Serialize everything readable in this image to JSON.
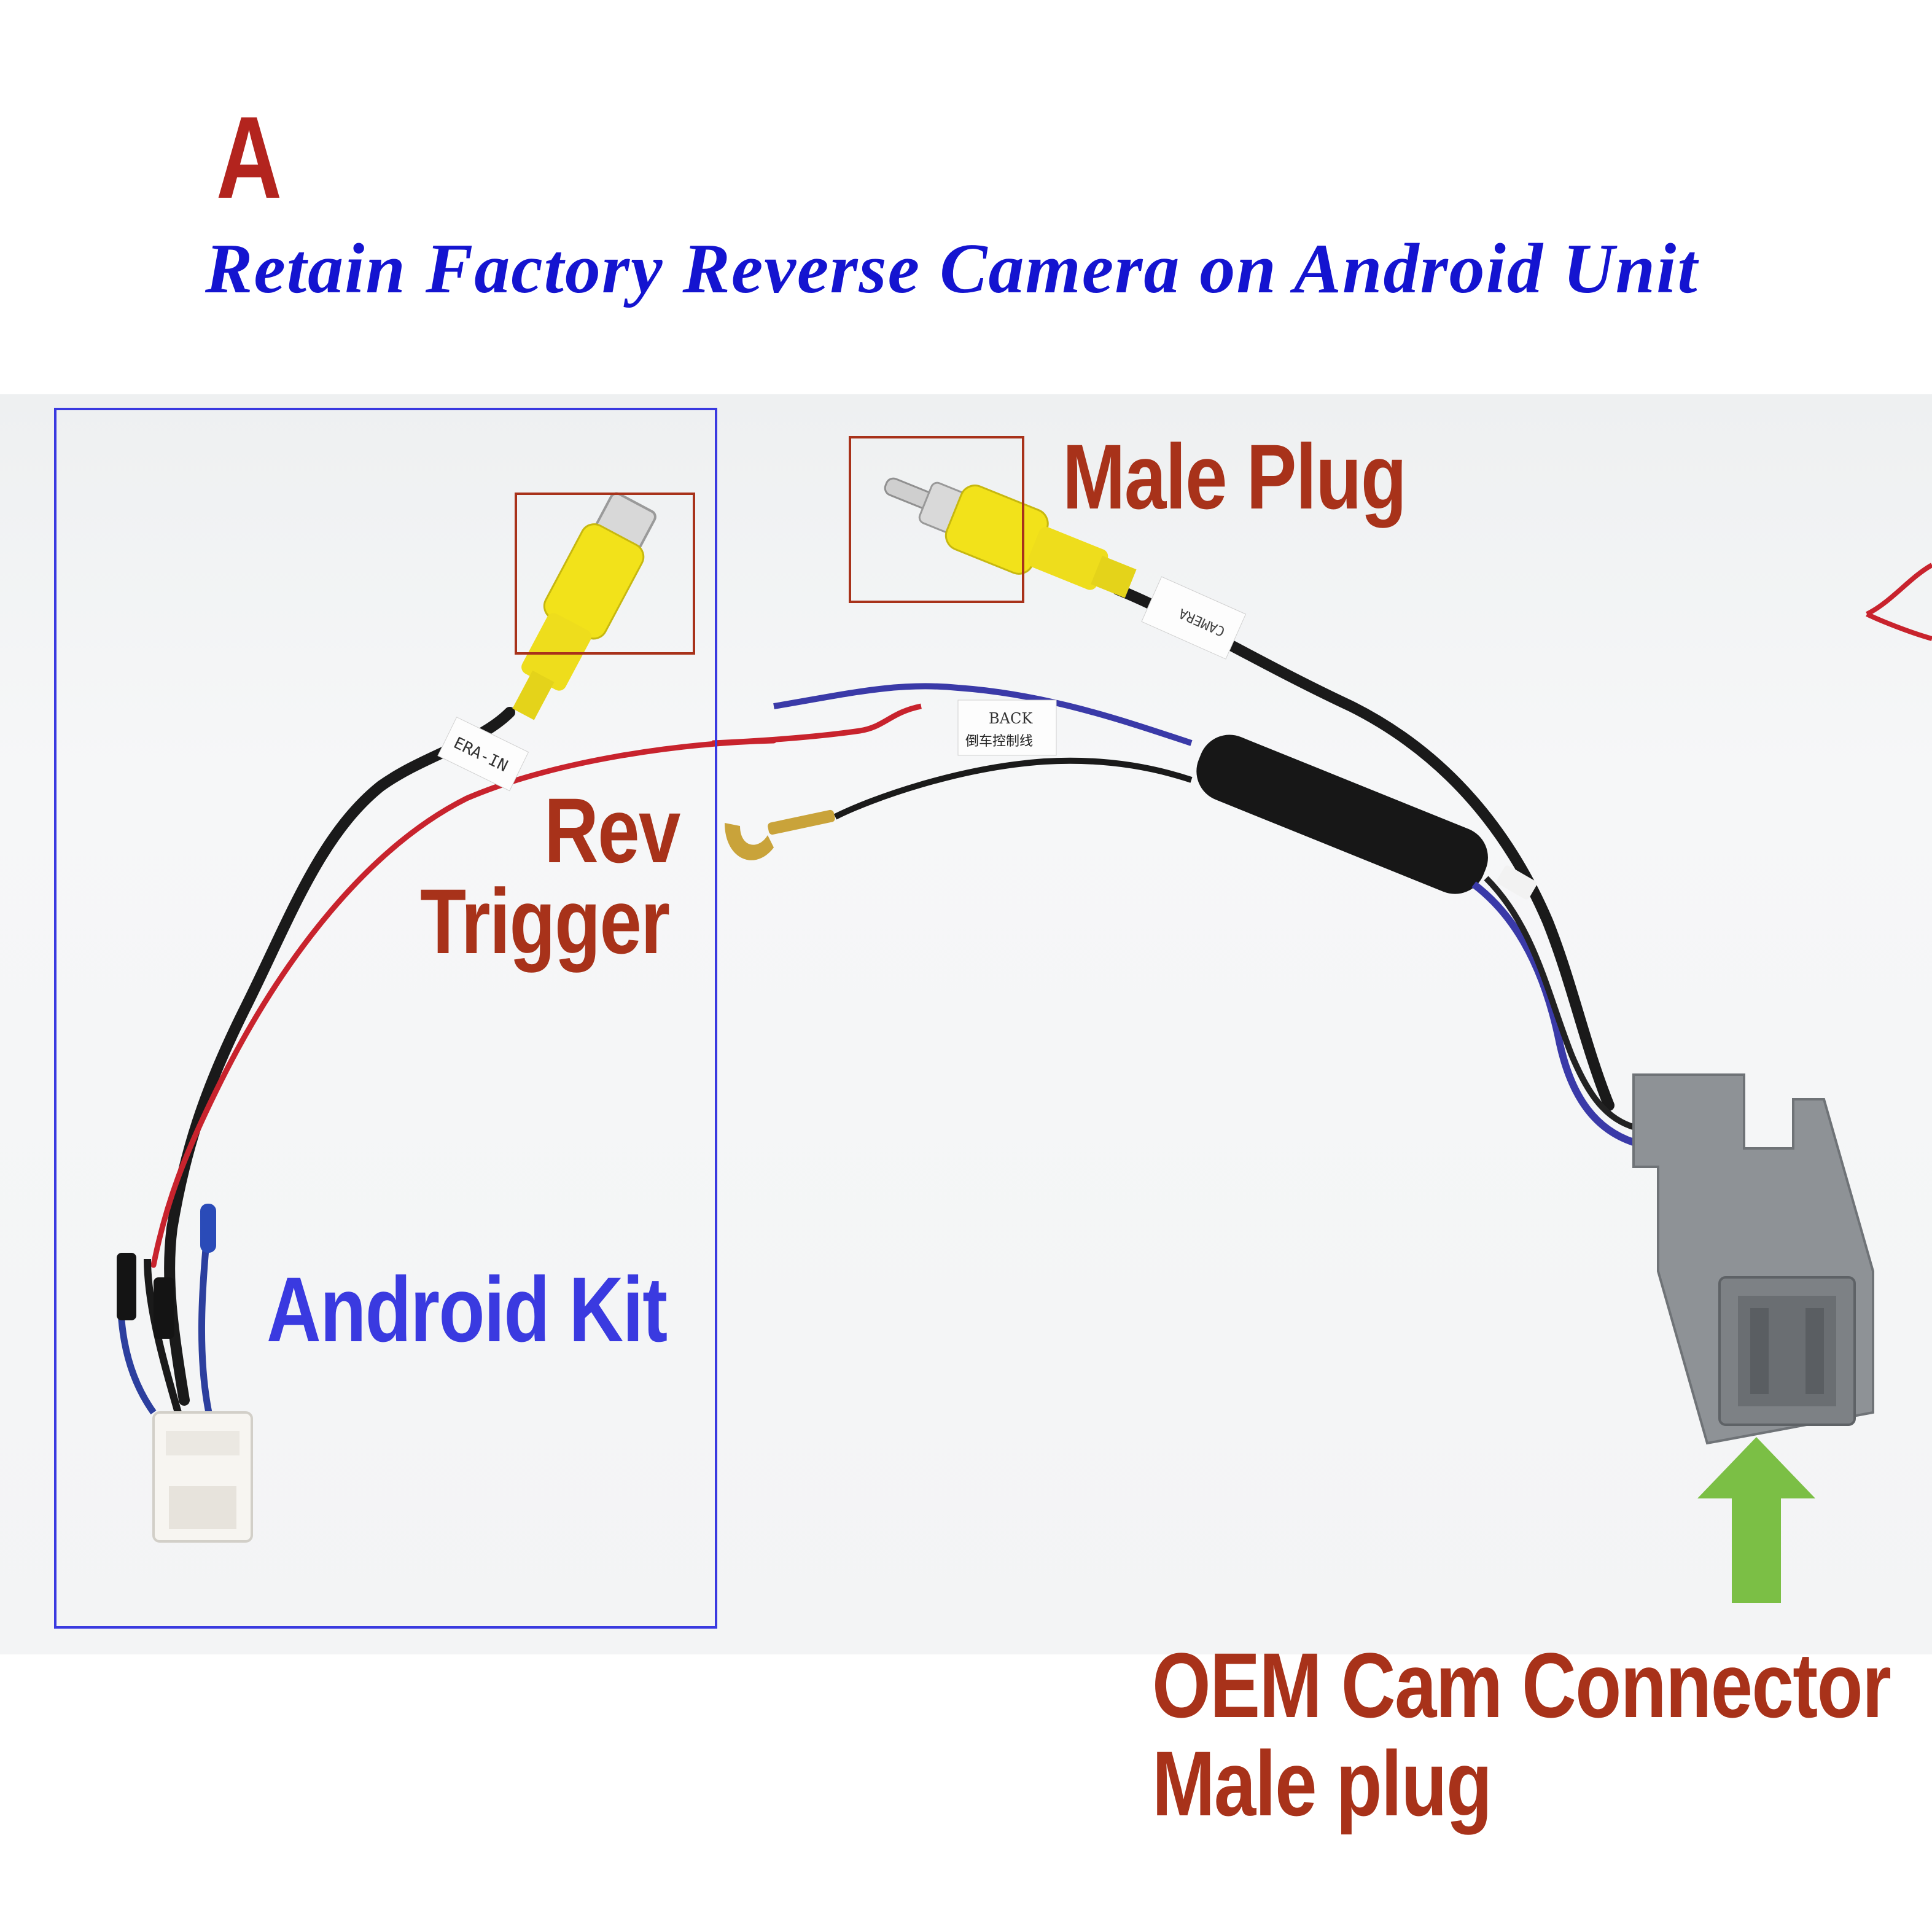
{
  "header": {
    "letter": "A",
    "title": "Retain Factory Reverse Camera on Android Unit"
  },
  "callouts": {
    "male_plug": "Male Plug",
    "rev": "Rev",
    "trigger": "Trigger",
    "android_kit": "Android Kit",
    "oem_line1": "OEM Cam Connector",
    "oem_line2": "Male plug"
  },
  "cable_labels": {
    "back_en": "BACK",
    "back_cn": "倒车控制线",
    "camera_in": "ERA-IN",
    "camera": "CAMERA"
  },
  "colors": {
    "title_blue": "#1414d0",
    "callout_red": "#a8321a",
    "android_blue": "#3a3ae0",
    "rca_yellow": "#f2e21a",
    "connector_grey": "#8e9296",
    "arrow_green": "#7bbf45",
    "box_blue": "#3a3ae0",
    "box_red": "#a8321a"
  }
}
